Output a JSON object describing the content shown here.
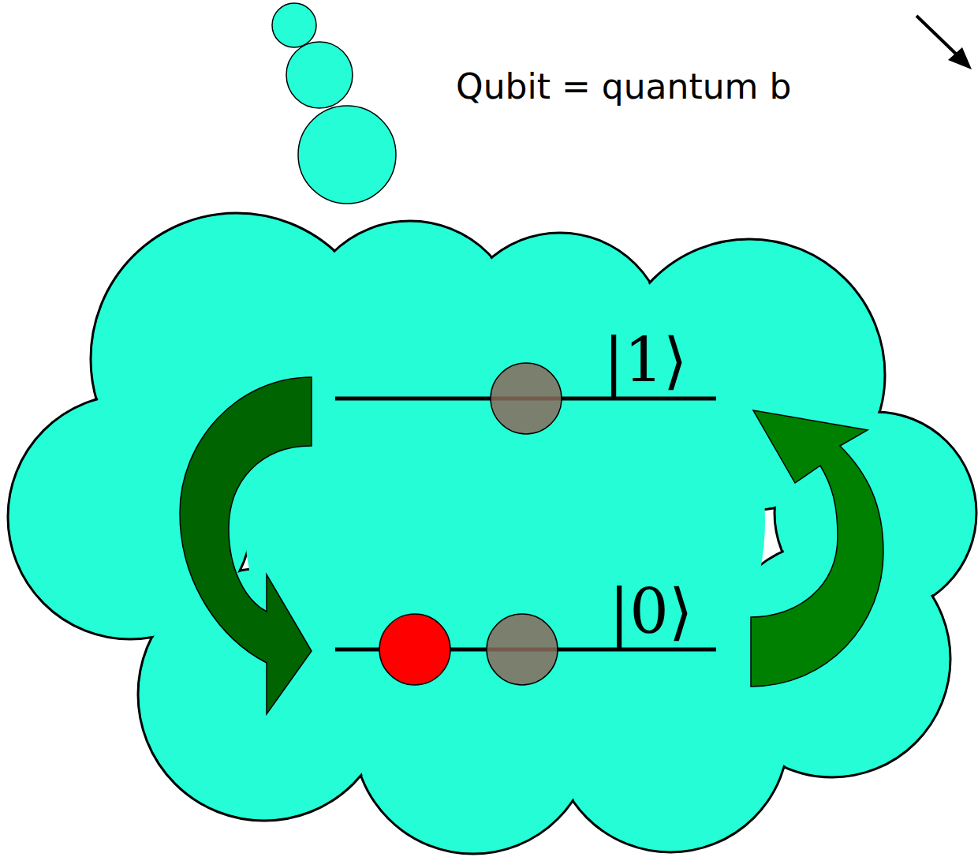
{
  "diagram": {
    "labels": [
      "Qubit = quantum b",
      "|1⟩",
      "|0⟩"
    ]
  }
}
